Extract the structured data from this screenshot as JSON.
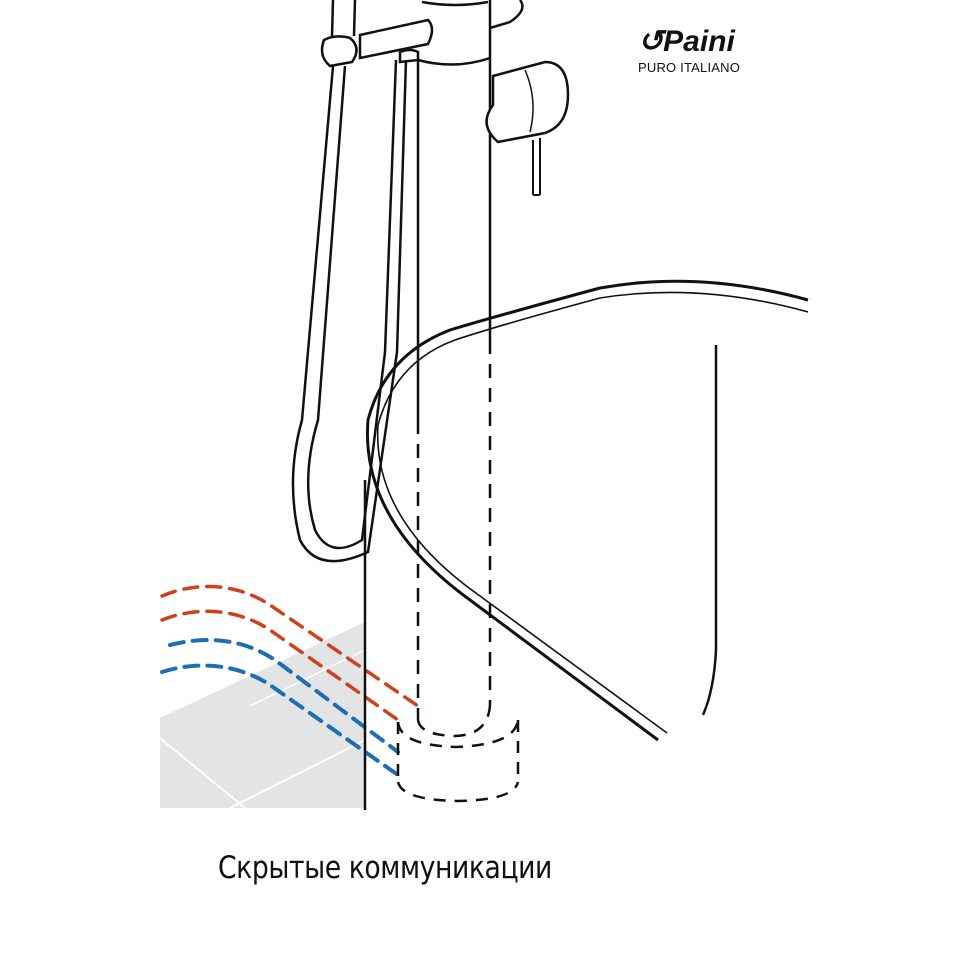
{
  "brand": {
    "logo_text": "Paini",
    "tagline": "PURO ITALIANO"
  },
  "caption": "Скрытые коммуникации",
  "illustration": {
    "subject": "freestanding-bath-mixer-with-hidden-pipes",
    "colors": {
      "line": "#111111",
      "hot_pipe": "#d0401c",
      "cold_pipe": "#1f6db3",
      "floor_tile": "#e3e4e6",
      "tile_grout": "#ffffff"
    }
  }
}
